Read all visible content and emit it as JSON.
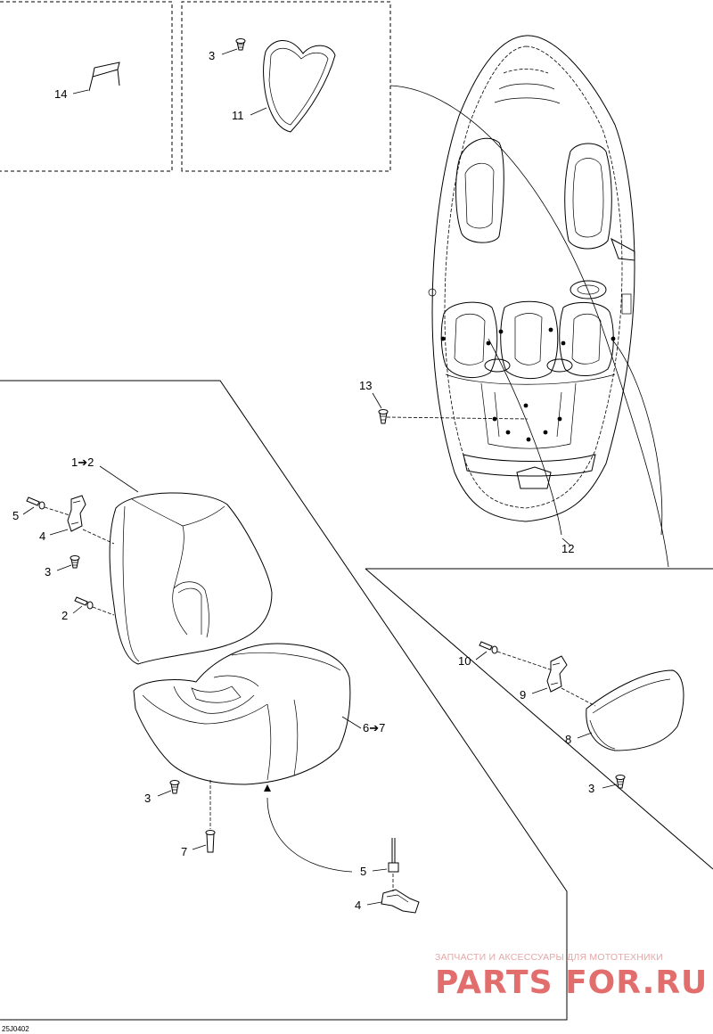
{
  "diagram": {
    "reference_code": "25J0402",
    "callouts": {
      "c14": "14",
      "c3_top": "3",
      "c11": "11",
      "c13": "13",
      "c12": "12",
      "c1_2": "1➔2",
      "c5_left": "5",
      "c4_left": "4",
      "c3_left": "3",
      "c2": "2",
      "c6_7": "6➔7",
      "c3_bottom": "3",
      "c7": "7",
      "c5_bottom": "5",
      "c4_bottom": "4",
      "c10": "10",
      "c9": "9",
      "c8": "8",
      "c3_right": "3"
    }
  },
  "watermark": {
    "tagline": "ЗАПЧАСТИ И АКСЕССУАРЫ ДЛЯ МОТОТЕХНИКИ",
    "brand": "PARTS FOR.RU",
    "color": "#e26d6d"
  }
}
